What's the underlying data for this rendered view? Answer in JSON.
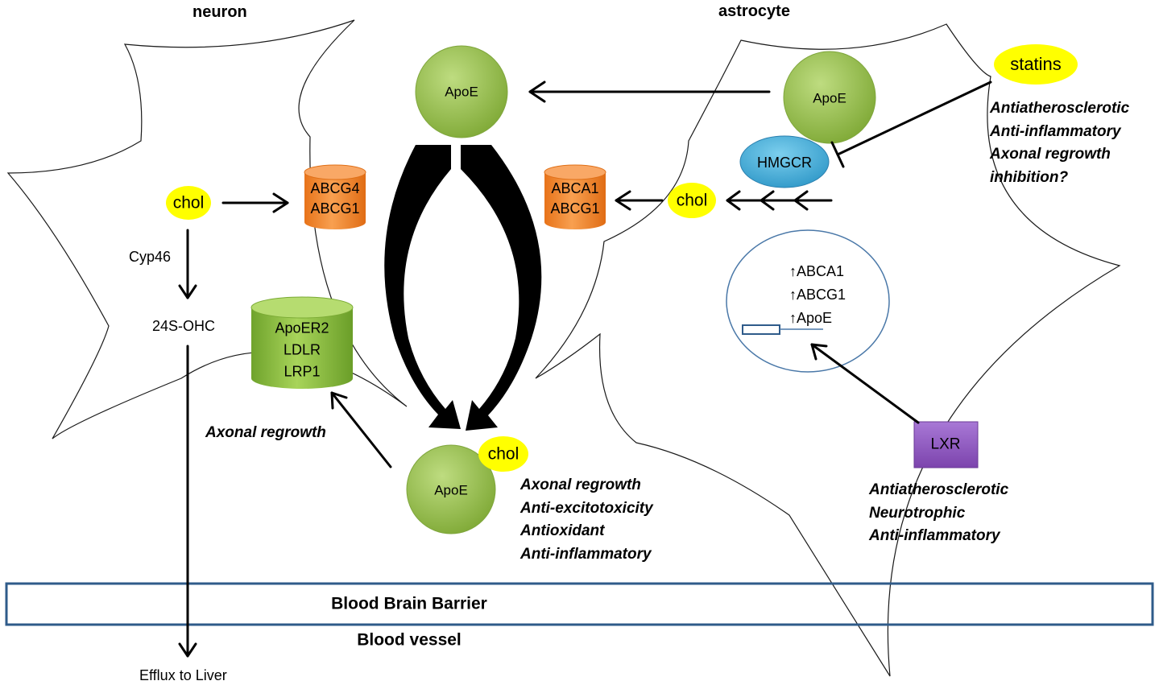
{
  "cells": {
    "neuron": "neuron",
    "astrocyte": "astrocyte"
  },
  "apoe": {
    "top": "ApoE",
    "astrocyte": "ApoE",
    "bottom": "ApoE"
  },
  "chol": {
    "neuron": "chol",
    "astrocyte": "chol",
    "bottom": "chol"
  },
  "transporters": {
    "neuron": [
      "ABCG4",
      "ABCG1"
    ],
    "astrocyte": [
      "ABCA1",
      "ABCG1"
    ]
  },
  "receptors": [
    "ApoER2",
    "LDLR",
    "LRP1"
  ],
  "enzymes": {
    "cyp46": "Cyp46",
    "hmgcr": "HMGCR"
  },
  "metabolite": "24S-OHC",
  "statins": {
    "label": "statins",
    "effects": [
      "Antiatherosclerotic",
      "Anti-inflammatory",
      "Axonal regrowth",
      "inhibition?"
    ]
  },
  "lxr": {
    "label": "LXR",
    "effects": [
      "Antiatherosclerotic",
      "Neurotrophic",
      "Anti-inflammatory"
    ]
  },
  "nucleus_genes": [
    "↑ABCA1",
    "↑ABCG1",
    "↑ApoE"
  ],
  "receptor_effect": "Axonal regrowth",
  "apoe_chol_effects": [
    "Axonal regrowth",
    "Anti-excitotoxicity",
    "Antioxidant",
    "Anti-inflammatory"
  ],
  "bbb": "Blood Brain Barrier",
  "blood_vessel": "Blood vessel",
  "efflux": "Efflux to Liver",
  "colors": {
    "apoe": "#8cb842",
    "transporter": "#f0852a",
    "receptor": "#8cbf3f",
    "hmgcr": "#3aa6d6",
    "lxr": "#9058c0",
    "chol_bg": "#ffff00",
    "bbb_border": "#2f5b8a",
    "nucleus": "#4a78a8"
  }
}
